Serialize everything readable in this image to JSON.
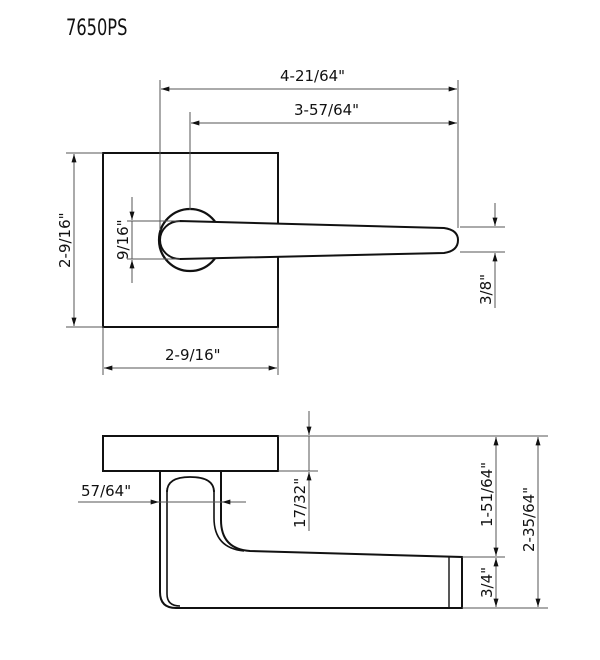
{
  "title": "7650PS",
  "colors": {
    "line": "#111111",
    "dimension_line": "#555555",
    "background": "#ffffff"
  },
  "top_view": {
    "dimensions": {
      "overall_length": "4-21/64\"",
      "lever_length": "3-57/64\"",
      "rose_height": "2-9/16\"",
      "rose_width": "2-9/16\"",
      "lever_base_width": "9/16\"",
      "lever_tip_width": "3/8\""
    }
  },
  "side_view": {
    "dimensions": {
      "stem_width": "57/64\"",
      "rose_thickness": "17/32\"",
      "lever_drop": "1-51/64\"",
      "lever_tip_height": "3/4\"",
      "overall_projection": "2-35/64\""
    }
  }
}
